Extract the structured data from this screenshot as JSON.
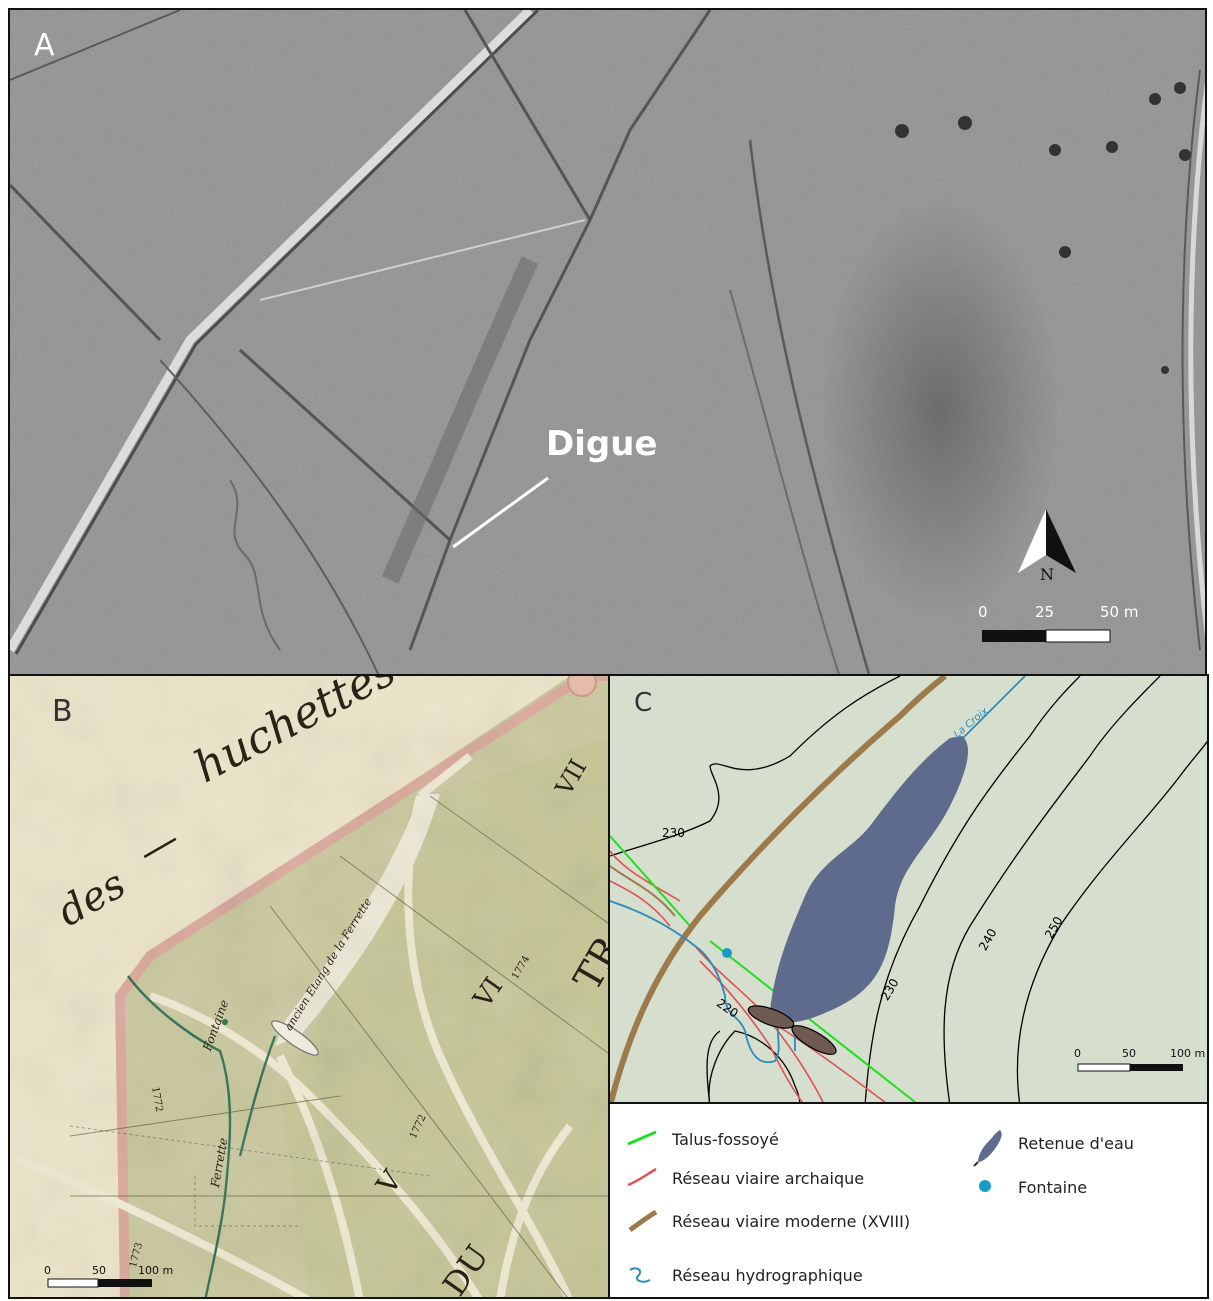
{
  "panels": {
    "a": {
      "letter": "A",
      "callout": "Digue",
      "north": "N",
      "scale": {
        "labels": [
          "0",
          "25",
          "50 m"
        ]
      }
    },
    "b": {
      "letter": "B",
      "handwriting": {
        "huchettes": "huchettes",
        "des": "des",
        "dash": "—",
        "vii": "VII",
        "vi": "VI",
        "v": "V",
        "du": "DU",
        "tr": "TR",
        "fontaine": "Fontaine",
        "ancien": "ancien Etang de la Ferrette",
        "ferrette": "Ferrette",
        "num1": "1774",
        "num2": "1772",
        "num3": "1772",
        "num4": "1773"
      },
      "scale": {
        "labels": [
          "0",
          "50",
          "100 m"
        ]
      }
    },
    "c": {
      "letter": "C",
      "stream_name": "La Croix",
      "contours": [
        "230",
        "220",
        "230",
        "240",
        "250"
      ],
      "scale": {
        "labels": [
          "0",
          "50",
          "100 m"
        ]
      }
    }
  },
  "legend": {
    "items": [
      {
        "label": "Talus-fossoyé",
        "color": "#22dd22"
      },
      {
        "label": "Réseau viaire archaique",
        "color": "#e05050"
      },
      {
        "label": "Réseau viaire moderne (XVIII)",
        "color": "#9c7a4c"
      },
      {
        "label": "Réseau hydrographique",
        "color": "#2a8bbd"
      },
      {
        "label": "Retenue d'eau",
        "color": "#5f6b8c"
      },
      {
        "label": "Fontaine",
        "color": "#1a9bc7"
      }
    ]
  }
}
